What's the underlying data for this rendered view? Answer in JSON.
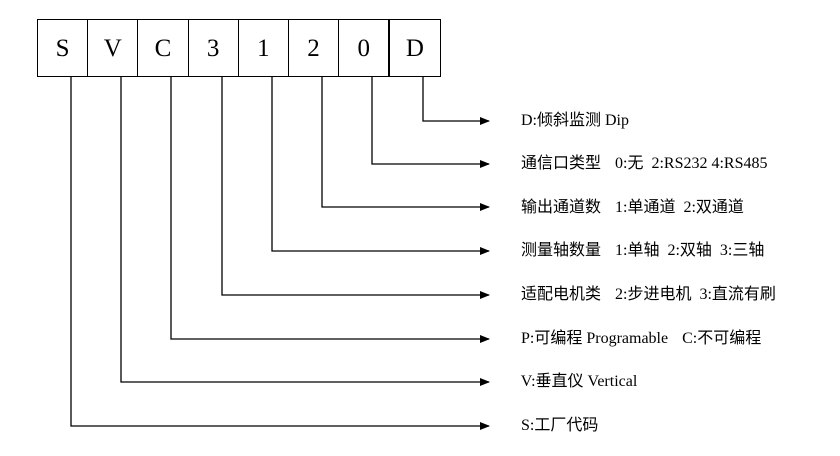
{
  "model_code": {
    "characters": [
      "S",
      "V",
      "C",
      "3",
      "1",
      "2",
      "0",
      "D"
    ]
  },
  "descriptions": [
    {
      "char": "D",
      "title": "D:倾斜监测 Dip",
      "options": ""
    },
    {
      "char": "0",
      "title": "通信口类型",
      "options": "0:无  2:RS232 4:RS485"
    },
    {
      "char": "2",
      "title": "输出通道数",
      "options": "1:单通道  2:双通道"
    },
    {
      "char": "1",
      "title": "测量轴数量",
      "options": "1:单轴  2:双轴  3:三轴"
    },
    {
      "char": "3",
      "title": "适配电机类",
      "options": "2:步进电机  3:直流有刷"
    },
    {
      "char": "C",
      "title": "P:可编程 Programable",
      "options": "C:不可编程"
    },
    {
      "char": "V",
      "title": "V:垂直仪 Vertical",
      "options": ""
    },
    {
      "char": "S",
      "title": "S:工厂代码",
      "options": ""
    }
  ],
  "colors": {
    "line": "#000000",
    "text": "#000000",
    "background": "#ffffff"
  }
}
